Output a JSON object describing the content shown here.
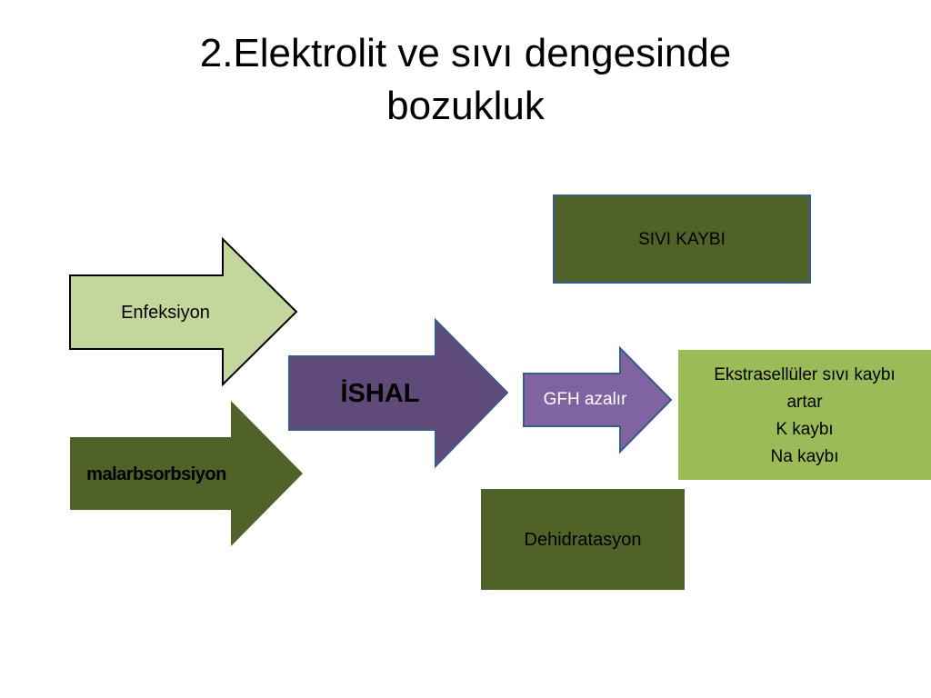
{
  "title": {
    "line1": "2.Elektrolit  ve sıvı dengesinde",
    "line2": "bozukluk"
  },
  "nodes": {
    "enfeksiyon": "Enfeksiyon",
    "malabsorbsiyon": "malarbsorbsiyon",
    "ishal": "İSHAL",
    "gfh": "GFH azalır",
    "sivi_kaybi": "SIVI KAYBI",
    "ekstrasellular": {
      "line1": "Ekstrasellüler sıvı kaybı",
      "line2": "artar",
      "line3": "K kaybı",
      "line4": "Na kaybı"
    },
    "dehidratasyon": "Dehidratasyon"
  },
  "colors": {
    "light_green": "#c3d69b",
    "dark_green": "#4f6228",
    "purple_dark": "#5f4a7a",
    "purple_light": "#8064a2",
    "bright_green": "#9bbb59",
    "border_blue": "#385d8a"
  }
}
